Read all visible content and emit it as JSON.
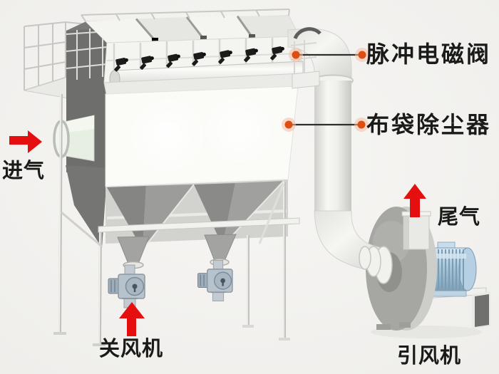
{
  "figure": {
    "kind": "equipment-diagram",
    "subject_label": "布袋除尘器"
  },
  "callouts": [
    {
      "id": "pulse-solenoid-valve",
      "label": "脉冲电磁阀"
    },
    {
      "id": "bag-dust-collector",
      "label": "布袋除尘器"
    }
  ],
  "flow_labels": [
    {
      "id": "air-inlet",
      "label": "进气",
      "arrow": "arrow-right"
    },
    {
      "id": "exhaust-gas",
      "label": "尾气",
      "arrow": "arrow-up"
    },
    {
      "id": "rotary-airlock",
      "label": "关风机",
      "arrow": "arrow-up"
    },
    {
      "id": "induced-draft-fan",
      "label": "引风机",
      "arrow": "none"
    }
  ],
  "colors": {
    "background": "#f2f1ee",
    "arrow_red": "#e60f0f",
    "callout_dot": "#dd4e12",
    "callout_dot_halo": "#f5c0a8",
    "callout_line": "#2e2e2c",
    "label_text": "#1a1a18",
    "machine_white": "#fbfbf8",
    "dark_side_panel": "#6e6e6c",
    "hopper_gray": "#8f8f8d",
    "duct_light": "#f0f0ec",
    "fan_scroll_gray": "#a6a6a2",
    "motor_blue": "#a9c7dd",
    "valve_blue_gray": "#b6c2cc",
    "inlet_green": "#e7efe3"
  }
}
